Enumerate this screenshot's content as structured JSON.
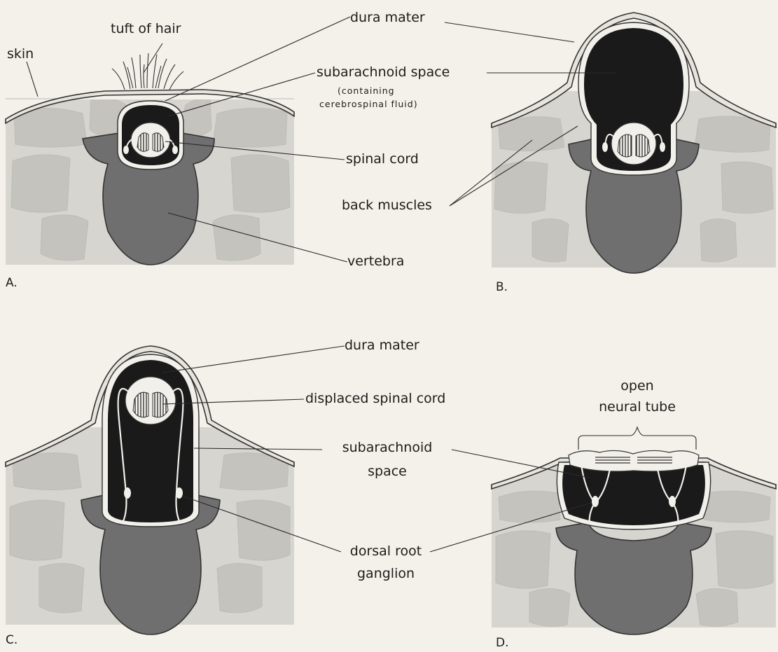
{
  "labels": {
    "tuft_of_hair": "tuft of hair",
    "skin": "skin",
    "dura_mater_top": "dura mater",
    "subarachnoid_space": "subarachnoid space",
    "containing_1": "(containing",
    "containing_2": "cerebrospinal fluid)",
    "spinal_cord": "spinal cord",
    "back_muscles": "back muscles",
    "vertebra": "vertebra",
    "dura_mater_c": "dura mater",
    "displaced_spinal_cord": "displaced spinal cord",
    "subarachnoid_c_1": "subarachnoid",
    "subarachnoid_c_2": "space",
    "dorsal_root_1": "dorsal root",
    "dorsal_root_2": "ganglion",
    "open_neural_1": "open",
    "open_neural_2": "neural tube"
  },
  "panels": {
    "a": "A.",
    "b": "B.",
    "c": "C.",
    "d": "D."
  }
}
